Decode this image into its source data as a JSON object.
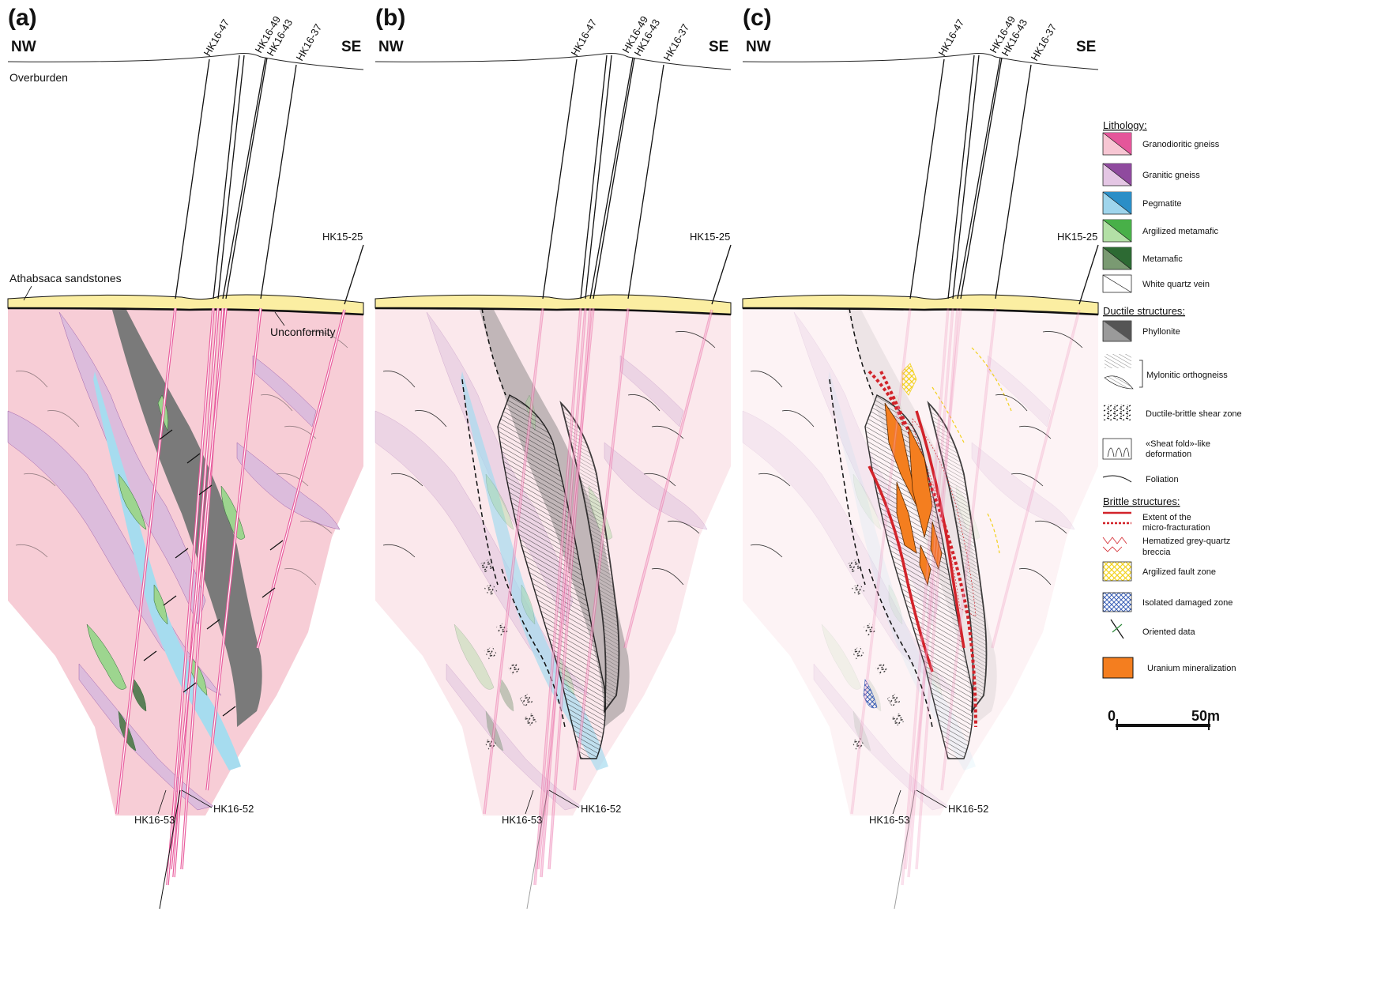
{
  "panels": [
    {
      "letter": "(a)",
      "dir_left": "NW",
      "dir_right": "SE",
      "holes_top": [
        "HK16-47",
        "HK16-49",
        "HK16-43",
        "HK16-37"
      ],
      "hole_right": "HK15-25",
      "holes_bottom": [
        "HK16-53",
        "HK16-52"
      ],
      "notes": {
        "overburden": "Overburden",
        "sandstones": "Athabsaca sandstones",
        "unconformity": "Unconformity"
      }
    },
    {
      "letter": "(b)",
      "dir_left": "NW",
      "dir_right": "SE",
      "holes_top": [
        "HK16-47",
        "HK16-49",
        "HK16-43",
        "HK16-37"
      ],
      "hole_right": "HK15-25",
      "holes_bottom": [
        "HK16-53",
        "HK16-52"
      ]
    },
    {
      "letter": "(c)",
      "dir_left": "NW",
      "dir_right": "SE",
      "holes_top": [
        "HK16-47",
        "HK16-49",
        "HK16-43",
        "HK16-37"
      ],
      "hole_right": "HK15-25",
      "holes_bottom": [
        "HK16-53",
        "HK16-52"
      ]
    }
  ],
  "legend": {
    "lithology_header": "Lithology:",
    "lithology": [
      {
        "label": "Granodioritic gneiss",
        "light": "#f7c6d3",
        "dark": "#e4569a"
      },
      {
        "label": "Granitic gneiss",
        "light": "#e4c6e4",
        "dark": "#8f4a9e"
      },
      {
        "label": "Pegmatite",
        "light": "#9fd5ec",
        "dark": "#2b8ec7"
      },
      {
        "label": "Argilized metamafic",
        "light": "#b3e0a6",
        "dark": "#48b048"
      },
      {
        "label": "Metamafic",
        "light": "#7a9a72",
        "dark": "#2d6a33"
      },
      {
        "label": "White quartz vein",
        "light": "#ffffff",
        "dark": "#ffffff"
      }
    ],
    "ductile_header": "Ductile structures:",
    "ductile": [
      {
        "label": "Phyllonite"
      },
      {
        "label": "Mylonitic orthogneiss"
      },
      {
        "label": "Ductile-brittle shear zone"
      },
      {
        "label": "«Sheat fold»-like",
        "label2": "deformation"
      },
      {
        "label": "Foliation"
      }
    ],
    "brittle_header": "Brittle structures:",
    "brittle": [
      {
        "label": "Extent of the",
        "label2": "micro-fracturation"
      },
      {
        "label": "Hematized grey-quartz",
        "label2": "breccia"
      },
      {
        "label": "Argilized fault zone"
      },
      {
        "label": "Isolated damaged zone"
      },
      {
        "label": "Oriented data"
      },
      {
        "label": "Uranium mineralization"
      }
    ],
    "scale": {
      "start": "0",
      "end": "50m"
    }
  },
  "colors": {
    "sandstone": "#fbeea2",
    "granodiorite_a": "#f7cdd6",
    "granodiorite_faded": "#fbe8ec",
    "granodiorite_ghost": "#fdf3f5",
    "granitic": "#dcbcdc",
    "pegmatite": "#a6dcef",
    "argilized": "#9dd58f",
    "metamafic": "#5b7f57",
    "phyllonite": "#7a7a7a",
    "drill_pink": "#e85b9c",
    "fracture_red": "#d2232a",
    "argilized_fault": "#f2d11c",
    "damaged_blue": "#3a5fb6",
    "uranium": "#f47e1f"
  }
}
